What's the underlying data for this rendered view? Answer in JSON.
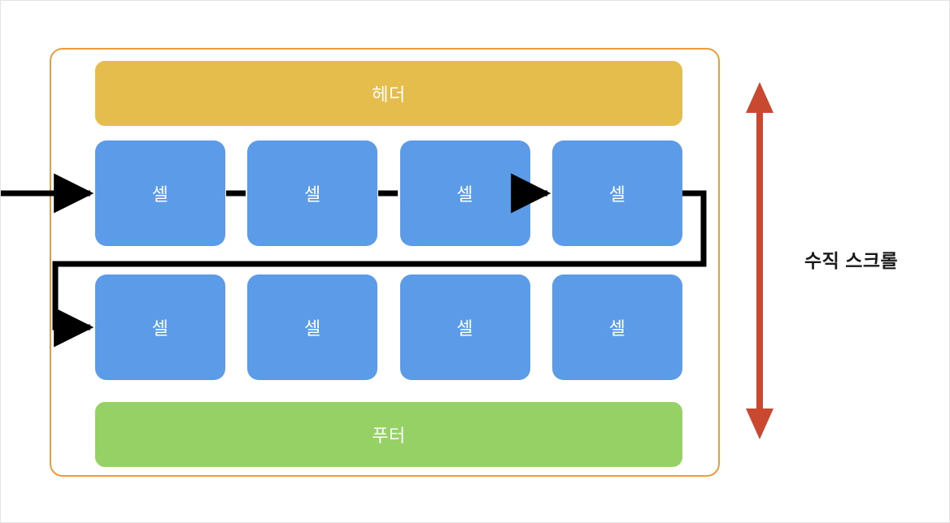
{
  "diagram": {
    "title": "",
    "colors": {
      "viewport_border": "#ED9B3F",
      "header_fill": "#E4BD4D",
      "footer_fill": "#95D165",
      "cell_fill": "#5B9BE8",
      "connector": "#000000",
      "scroll_arrow": "#C8492F",
      "label_text": "#1a1a1a",
      "canvas_background": "#ffffff",
      "canvas_border": "#e3e3e3"
    },
    "viewport": {
      "header": {
        "label": "헤더"
      },
      "footer": {
        "label": "푸터"
      },
      "rows": [
        {
          "name": "cell-row-1",
          "cells": [
            {
              "label": "셀"
            },
            {
              "label": "셀"
            },
            {
              "label": "셀"
            },
            {
              "label": "셀"
            }
          ]
        },
        {
          "name": "cell-row-2",
          "cells": [
            {
              "label": "셀"
            },
            {
              "label": "셀"
            },
            {
              "label": "셀"
            },
            {
              "label": "셀"
            }
          ]
        }
      ]
    },
    "annotations": {
      "scroll_direction_label": "수직 스크롤"
    }
  }
}
